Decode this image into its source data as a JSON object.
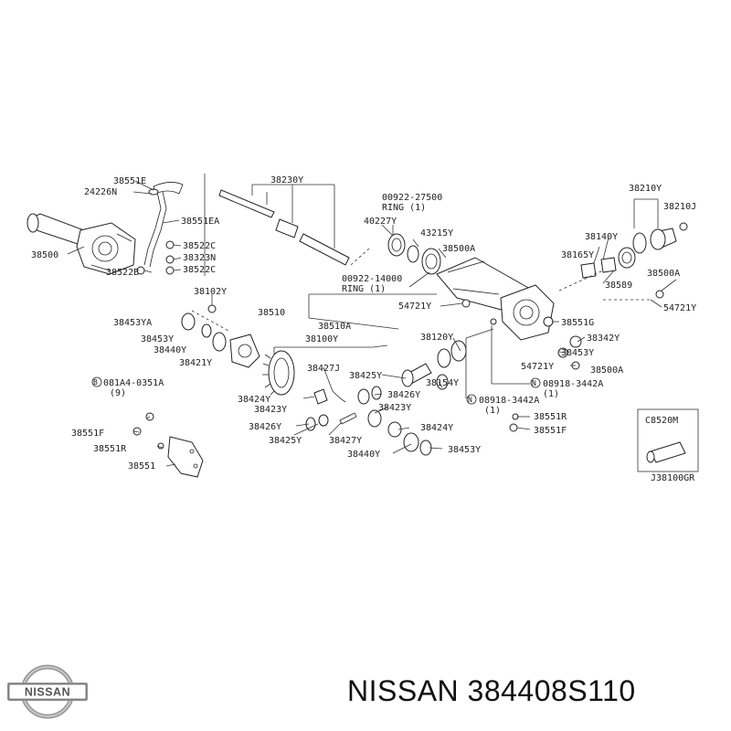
{
  "labels": {
    "p38551E": "38551E",
    "p24226N": "24226N",
    "p38551EA": "38551EA",
    "p38500": "38500",
    "p38522C_a": "38522C",
    "p38323N": "38323N",
    "p38522B": "38522B",
    "p38522C_b": "38522C",
    "p38230Y": "38230Y",
    "p00922_27500": "00922-27500",
    "ring1_a": "RING (1)",
    "p40227Y": "40227Y",
    "p43215Y": "43215Y",
    "p38500A_a": "38500A",
    "p00922_14000": "00922-14000",
    "ring1_b": "RING (1)",
    "p54721Y_a": "54721Y",
    "p38210Y": "38210Y",
    "p38210J": "38210J",
    "p38140Y": "38140Y",
    "p38165Y": "38165Y",
    "p38589": "38589",
    "p38500A_b": "38500A",
    "p54721Y_b": "54721Y",
    "p38102Y": "38102Y",
    "p38510": "38510",
    "p38453YA": "38453YA",
    "p38510A": "38510A",
    "p38453Y_a": "38453Y",
    "p38100Y": "38100Y",
    "p38440Y_a": "38440Y",
    "p38120Y": "38120Y",
    "p38421Y": "38421Y",
    "p38551G": "38551G",
    "p38342Y": "38342Y",
    "p38453Y_b": "38453Y",
    "p54721Y_c": "54721Y",
    "p38500A_c": "38500A",
    "p38427J": "38427J",
    "p38425Y_a": "38425Y",
    "p38154Y": "38154Y",
    "b081A4": "081A4-0351A",
    "b9": "(9)",
    "n08918_a": "08918-3442A",
    "n1_a": "(1)",
    "p38424Y_a": "38424Y",
    "p38426Y_a": "38426Y",
    "n08918_b": "08918-3442A",
    "n1_b": "(1)",
    "p38423Y_a": "38423Y",
    "p38423Y_b": "38423Y",
    "p38426Y_b": "38426Y",
    "p38424Y_b": "38424Y",
    "p38551R_a": "38551R",
    "p38551F_a": "38551F",
    "p38551F_b": "38551F",
    "p38425Y_b": "38425Y",
    "p38427Y": "38427Y",
    "p38440Y_b": "38440Y",
    "p38453Y_c": "38453Y",
    "p38551R_b": "38551R",
    "p38551": "38551",
    "pC8520M": "C8520M",
    "ref": "J38100GR",
    "circB": "B",
    "circN_a": "N",
    "circN_b": "N"
  },
  "footer": {
    "logo_text": "NISSAN",
    "caption": "NISSAN 384408S110"
  }
}
